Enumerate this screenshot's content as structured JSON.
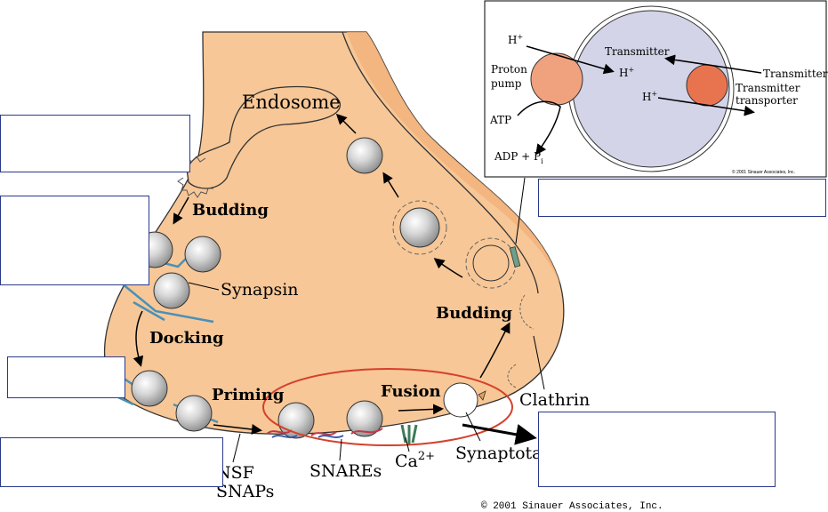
{
  "labels": {
    "endosome": "Endosome",
    "budding_left": "Budding",
    "synapsin": "Synapsin",
    "docking": "Docking",
    "priming": "Priming",
    "fusion": "Fusion",
    "budding_right": "Budding",
    "clathrin": "Clathrin",
    "synaptotagmin": "Synaptotagmin",
    "nsf": "NSF",
    "snaps": "SNAPs",
    "snares": "SNAREs",
    "calcium": "Ca",
    "calcium_sup": "2+",
    "copyright": "© 2001 Sinauer Associates, Inc."
  },
  "inset": {
    "h_plus": "H",
    "plus_sup": "+",
    "proton_pump_line1": "Proton",
    "proton_pump_line2": "pump",
    "atp": "ATP",
    "adp": "ADP + P",
    "adp_sub": "i",
    "transmitter_inside": "Transmitter",
    "transmitter_outside": "Transmitter",
    "transporter_line1": "Transmitter",
    "transporter_line2": "transporter",
    "copyright": "© 2001 Sinauer Associates, Inc."
  },
  "answer_boxes": [
    "",
    "",
    "",
    "",
    "",
    ""
  ],
  "colors": {
    "terminal": "#f7c797",
    "terminal_edge": "#333333",
    "vesicle": "#c8c8c8",
    "synapsin": "#4a90b8",
    "fusion_ellipse": "#d6402a",
    "inset_vesicle": "#d3d4e8",
    "proton_pump": "#f0a27e",
    "transporter": "#e8744f",
    "answer_box_border": "#2a3a8a"
  }
}
